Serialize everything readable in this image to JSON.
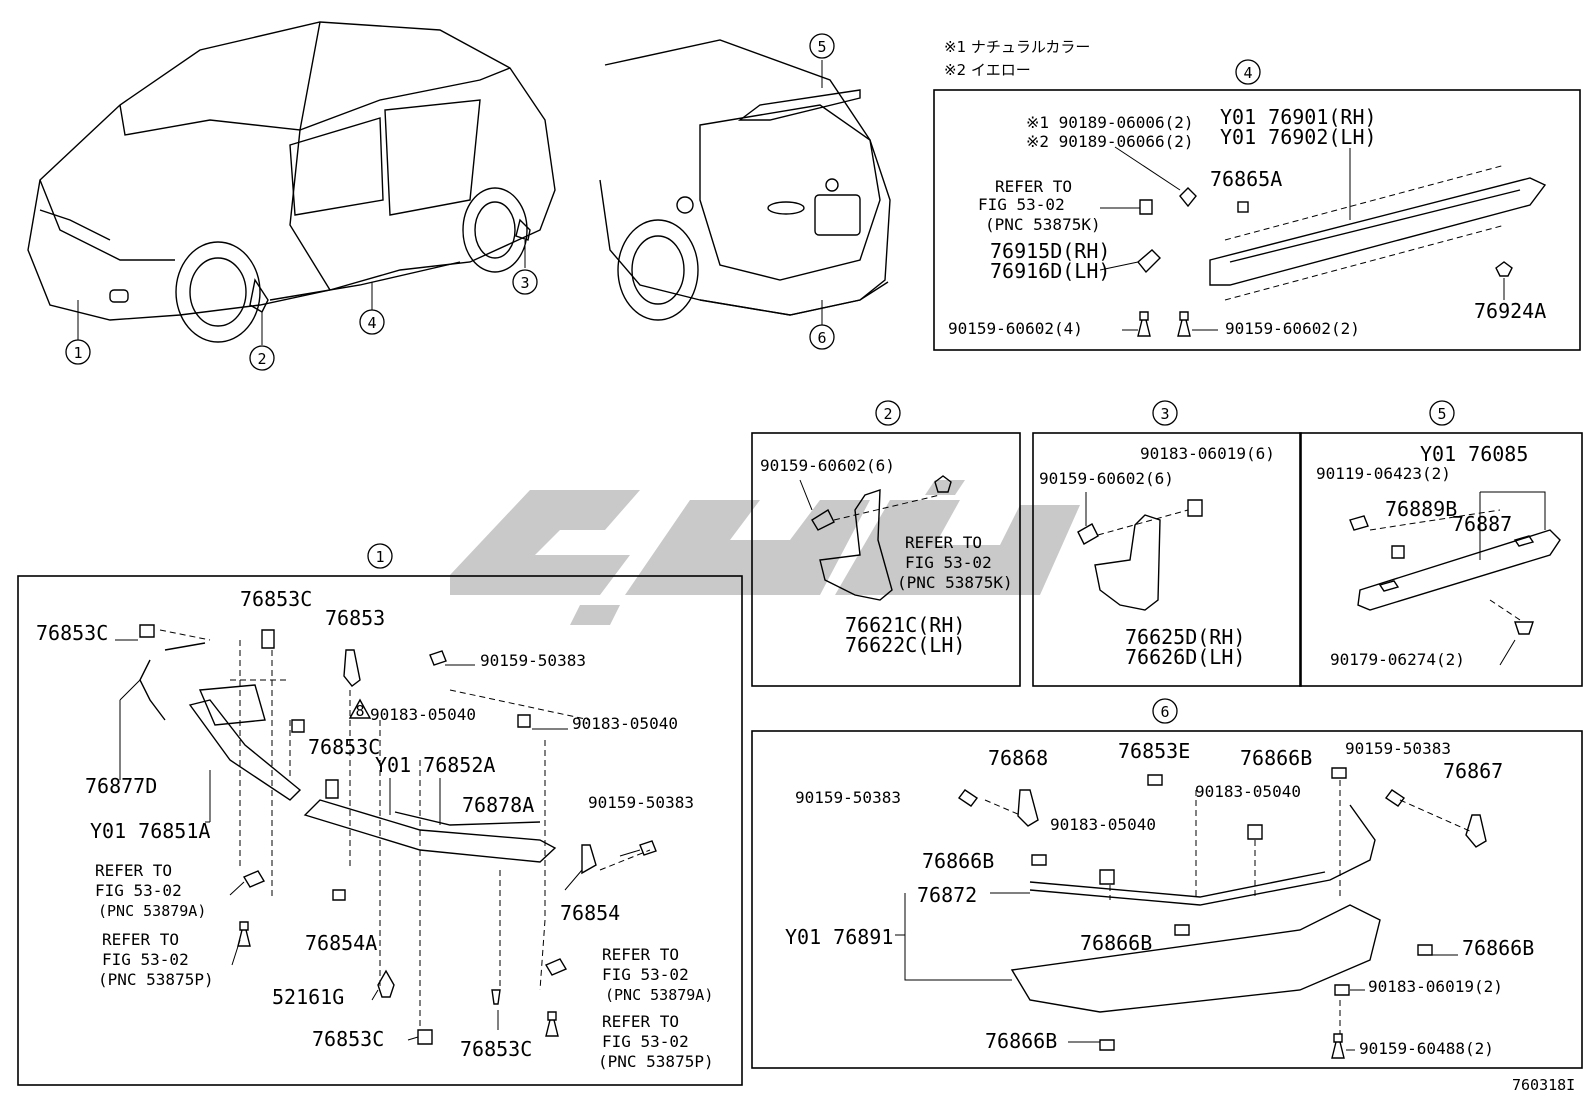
{
  "notes": {
    "n1": "※1 ナチュラルカラー",
    "n2": "※2 イエロー"
  },
  "figure_id": "760318I",
  "callouts": [
    "①",
    "②",
    "③",
    "④",
    "⑤",
    "⑥"
  ],
  "section4": {
    "title": "④",
    "a1": "※1 90189-06006(2)",
    "a2": "※2 90189-06066(2)",
    "r1": "REFER TO",
    "r2": "FIG 53-02",
    "r3": "(PNC 53875K)",
    "p_rh": "Y01 76901(RH)",
    "p_lh": "Y01 76902(LH)",
    "p65a": "76865A",
    "p15d": "76915D(RH)",
    "p16d": "76916D(LH)",
    "b1": "90159-60602(4)",
    "b2": "90159-60602(2)",
    "p24a": "76924A"
  },
  "section2": {
    "title": "②",
    "bolt": "90159-60602(6)",
    "r1": "REFER TO",
    "r2": "FIG 53-02",
    "r3": "(PNC 53875K)",
    "rh": "76621C(RH)",
    "lh": "76622C(LH)"
  },
  "section3": {
    "title": "③",
    "clip": "90183-06019(6)",
    "bolt": "90159-60602(6)",
    "rh": "76625D(RH)",
    "lh": "76626D(LH)"
  },
  "section5": {
    "title": "⑤",
    "main": "Y01 76085",
    "bolt": "90119-06423(2)",
    "p89b": "76889B",
    "p87": "76887",
    "nut": "90179-06274(2)"
  },
  "section6": {
    "title": "⑥",
    "p68": "76868",
    "p53e": "76853E",
    "p66b_a": "76866B",
    "s1": "90159-50383",
    "s2": "90159-50383",
    "c1": "90183-05040",
    "c2": "90183-05040",
    "p67": "76867",
    "p66b_b": "76866B",
    "p72": "76872",
    "main": "Y01 76891",
    "p66b_c": "76866B",
    "p66b_d": "76866B",
    "c3": "90183-06019(2)",
    "p66b_e": "76866B",
    "b1": "90159-60488(2)"
  },
  "section1": {
    "title": "①",
    "p53c_a": "76853C",
    "p53c_b": "76853C",
    "p53": "76853",
    "s1": "90159-50383",
    "c1": "90183-05040",
    "c2": "90183-05040",
    "warn": "8",
    "p53c_c": "76853C",
    "p52a": "Y01 76852A",
    "p77d": "76877D",
    "p78a": "76878A",
    "s2": "90159-50383",
    "p51a": "Y01 76851A",
    "r1a": "REFER TO",
    "r1b": "FIG 53-02",
    "r1c": "(PNC 53879A)",
    "r2a": "REFER TO",
    "r2b": "FIG 53-02",
    "r2c": "(PNC 53875P)",
    "p54": "76854",
    "p54a": "76854A",
    "p61g": "52161G",
    "p53c_d": "76853C",
    "p53c_e": "76853C",
    "r3a": "REFER TO",
    "r3b": "FIG 53-02",
    "r3c": "(PNC 53879A)",
    "r4a": "REFER TO",
    "r4b": "FIG 53-02",
    "r4c": "(PNC 53875P)"
  }
}
